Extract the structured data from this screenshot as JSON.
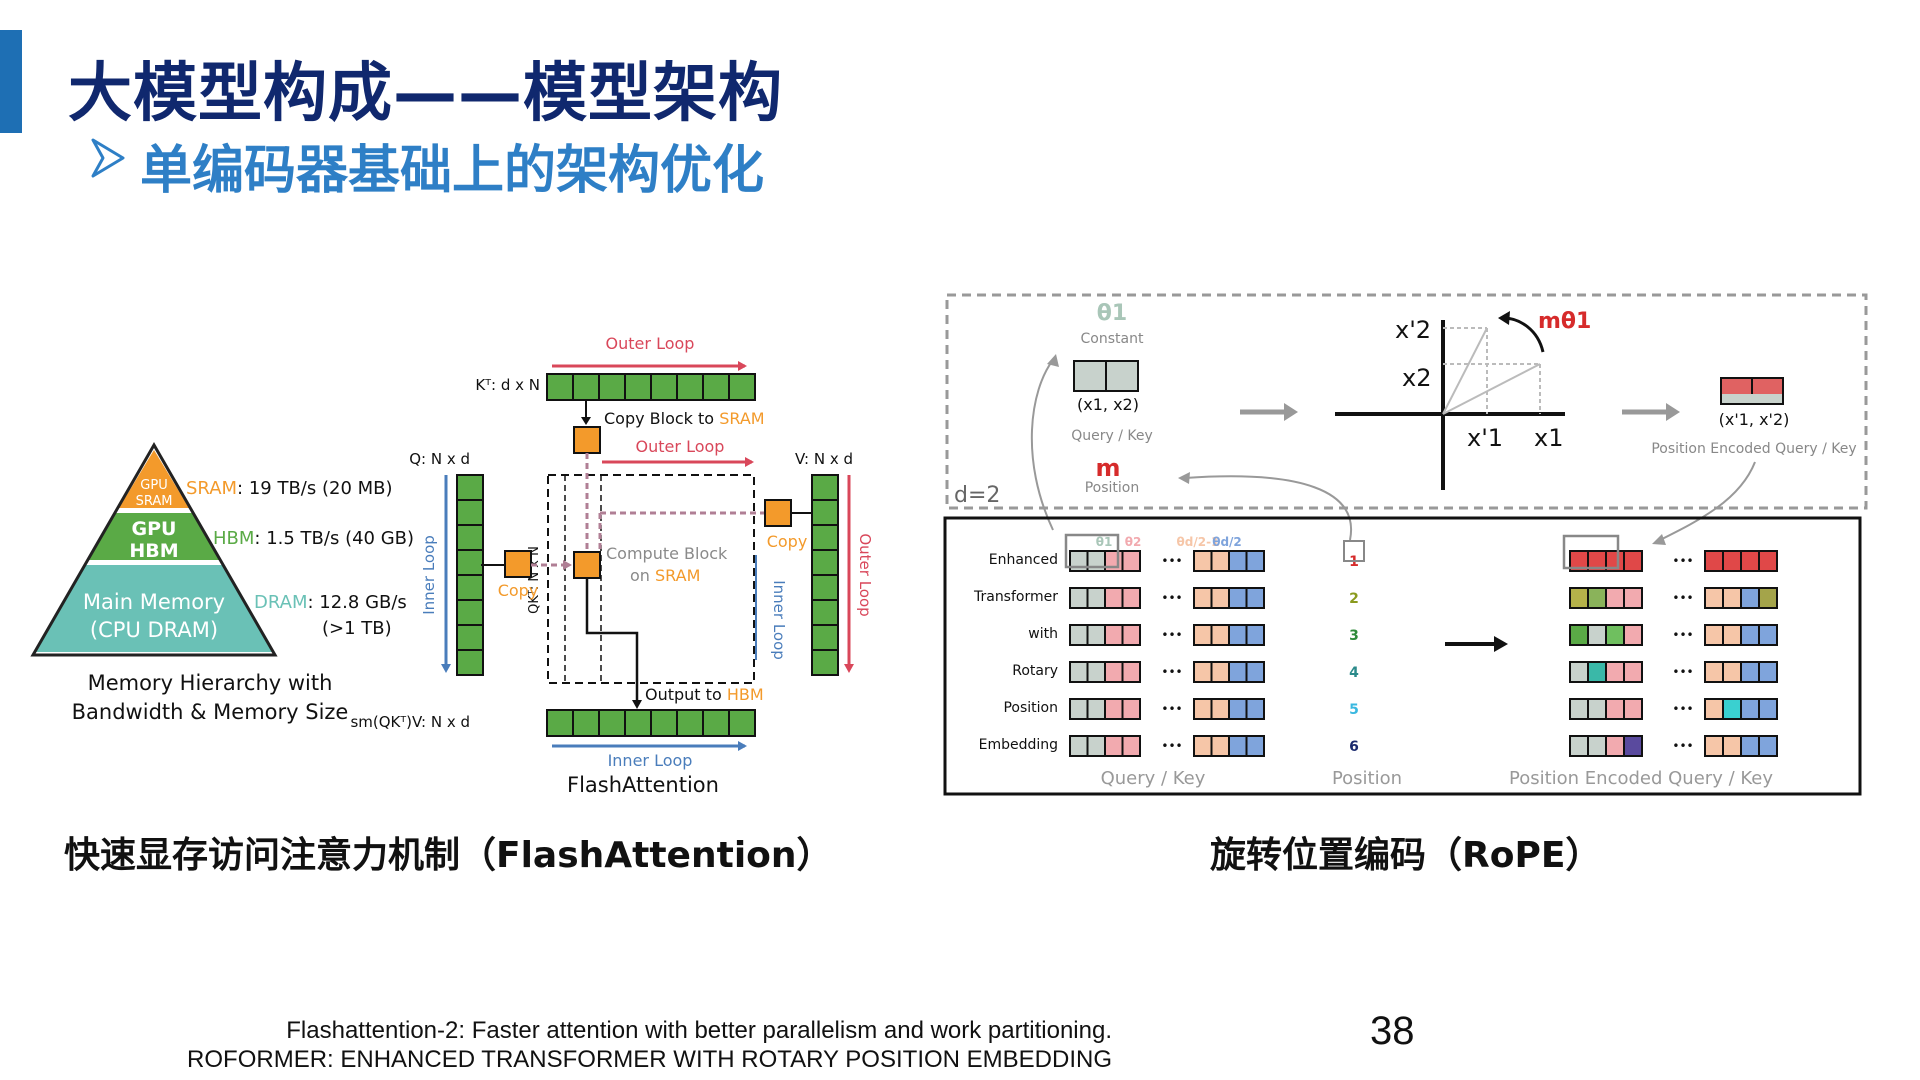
{
  "slide": {
    "title": "大模型构成——模型架构",
    "subtitle": "单编码器基础上的架构优化",
    "subtitle_bullet_icon": "triangle-arrow-icon",
    "page_number": "38",
    "references": [
      "Flashattention-2: Faster attention with better parallelism and work partitioning.",
      "ROFORMER: ENHANCED TRANSFORMER WITH ROTARY POSITION EMBEDDING"
    ],
    "captions": {
      "left": "快速显存访问注意力机制（FlashAttention）",
      "right": "旋转位置编码（RoPE）"
    },
    "colors": {
      "title": "#10286e",
      "subtitle": "#2e7fc6",
      "accent_bar": "#1e6fb4",
      "sram": "#f39a2b",
      "hbm": "#5aaa46",
      "dram": "#6ac1b6",
      "outer_loop": "#d9475a",
      "inner_loop": "#4a7dbb"
    }
  },
  "flash": {
    "pyramid": {
      "sram_top": "GPU",
      "sram_bottom": "SRAM",
      "hbm_top": "GPU",
      "hbm_bottom": "HBM",
      "dram_top": "Main Memory",
      "dram_bottom": "(CPU DRAM)"
    },
    "bandwidth": {
      "sram_name": "SRAM",
      "sram_value": ": 19 TB/s (20 MB)",
      "hbm_name": "HBM",
      "hbm_value": ": 1.5 TB/s (40 GB)",
      "dram_name": "DRAM",
      "dram_value": ": 12.8 GB/s",
      "dram_size": "(>1 TB)"
    },
    "hierarchy_caption_1": "Memory Hierarchy with",
    "hierarchy_caption_2": "Bandwidth & Memory Size",
    "diagram": {
      "outer_loop_top": "Outer Loop",
      "kt_label": "Kᵀ: d x N",
      "copy_block_prefix": "Copy Block to ",
      "copy_block_sram": "SRAM",
      "outer_loop_mid": "Outer Loop",
      "q_label": "Q: N x d",
      "v_label": "V: N x d",
      "qk_label": "QKᵀ: N x N",
      "inner_loop_left": "Inner Loop",
      "copy_left": "Copy",
      "compute_line1": "Compute Block",
      "compute_on": "on ",
      "compute_sram": "SRAM",
      "copy_right": "Copy",
      "inner_loop_right": "Inner Loop",
      "outer_loop_right": "Outer Loop",
      "output_prefix": "Output to ",
      "output_hbm": "HBM",
      "out_label": "sm(QKᵀ)V: N x d",
      "inner_loop_bottom": "Inner Loop",
      "title": "FlashAttention"
    }
  },
  "rope": {
    "top": {
      "theta1": "θ1",
      "constant": "Constant",
      "pair": "(x1, x2)",
      "query_key": "Query / Key",
      "m": "m",
      "position": "Position",
      "d_label": "d=2",
      "x2_prime": "x'2",
      "x2": "x2",
      "x1_prime": "x'1",
      "x1": "x1",
      "m_theta": "mθ1",
      "pair_prime": "(x'1, x'2)",
      "pe_query_key": "Position Encoded Query / Key"
    },
    "bottom": {
      "words": [
        "Enhanced",
        "Transformer",
        "with",
        "Rotary",
        "Position",
        "Embedding"
      ],
      "positions": [
        "1",
        "2",
        "3",
        "4",
        "5",
        "6"
      ],
      "position_colors": [
        "#d62b2b",
        "#8a9a1e",
        "#2e8a3a",
        "#2a8a8a",
        "#3ab8e0",
        "#1a2a6e"
      ],
      "theta_labels": [
        "θ1",
        "θ2",
        "θd/2-1",
        "θd/2"
      ],
      "col_query_key": "Query / Key",
      "col_position": "Position",
      "col_pe": "Position Encoded Query / Key"
    }
  }
}
